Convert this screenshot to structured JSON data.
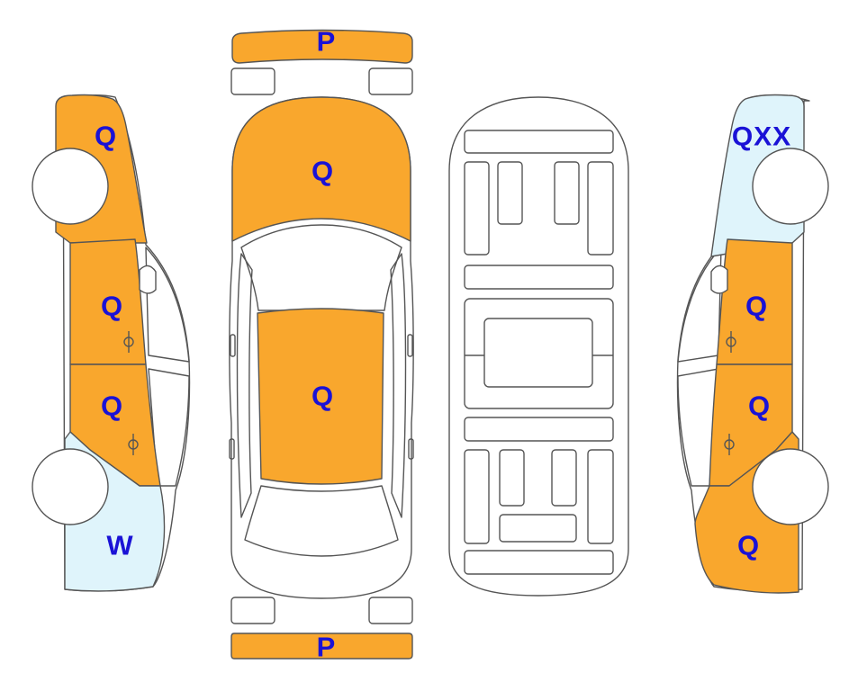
{
  "colors": {
    "damage_orange": "#f9a72d",
    "panel_lightblue": "#dff4fb",
    "outline": "#555555",
    "label_blue": "#1a12d6"
  },
  "labels": {
    "front_bumper": "P",
    "hood": "Q",
    "roof": "Q",
    "rear_bumper": "P",
    "left_front_fender": "Q",
    "left_front_door": "Q",
    "left_rear_door": "Q",
    "left_rear_quarter": "W",
    "right_front_fender": "QXX",
    "right_front_door": "Q",
    "right_rear_door": "Q",
    "right_rear_quarter": "Q"
  }
}
